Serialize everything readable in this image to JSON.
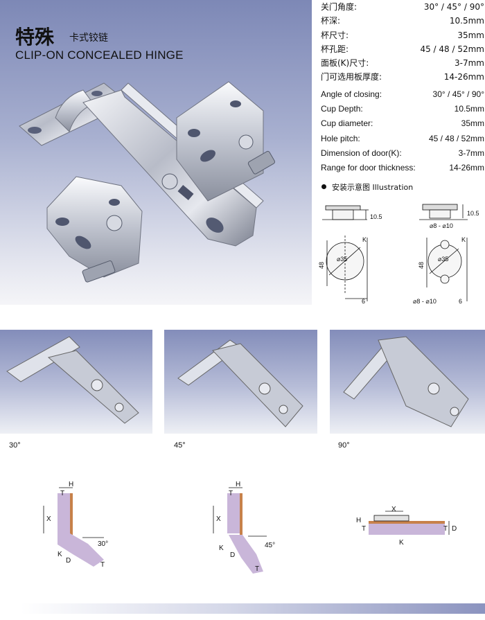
{
  "header": {
    "title_cn": "特殊",
    "subtitle_cn": "卡式铰链",
    "title_en": "CLIP-ON CONCEALED HINGE"
  },
  "specs_cn": [
    {
      "label": "关门角度:",
      "value": "30° / 45° / 90°"
    },
    {
      "label": "杯深:",
      "value": "10.5mm"
    },
    {
      "label": "杯尺寸:",
      "value": "35mm"
    },
    {
      "label": "杯孔距:",
      "value": "45 / 48 / 52mm"
    },
    {
      "label": "面板(K)尺寸:",
      "value": "3-7mm"
    },
    {
      "label": "门可选用板厚度:",
      "value": "14-26mm"
    }
  ],
  "specs_en": [
    {
      "label": "Angle of closing:",
      "value": "30° / 45° / 90°"
    },
    {
      "label": "Cup Depth:",
      "value": "10.5mm"
    },
    {
      "label": "Cup diameter:",
      "value": "35mm"
    },
    {
      "label": "Hole pitch:",
      "value": "45 / 48 / 52mm"
    },
    {
      "label": "Dimension of door(K):",
      "value": "3-7mm"
    },
    {
      "label": "Range for door thickness:",
      "value": "14-26mm"
    }
  ],
  "illustration": {
    "heading": "安装示意图 Illustration",
    "cup_depth": "10.5",
    "dowel_dia": "⌀8 - ⌀10",
    "cup_dia": "⌀35",
    "pitch": "48",
    "k": "K",
    "edge": "6",
    "dowel_dia2": "⌀8 - ⌀10"
  },
  "angles": {
    "a30": "30°",
    "a45": "45°",
    "a90": "90°"
  },
  "diagrams": {
    "h": "H",
    "t": "T",
    "x": "X",
    "k": "K",
    "d": "D",
    "deg30": "30°",
    "deg45": "45°"
  },
  "colors": {
    "panel_top": "#7d88b6",
    "panel_bottom": "#f5f5f8",
    "door": "#c9b6d9",
    "copper": "#c7814a"
  }
}
